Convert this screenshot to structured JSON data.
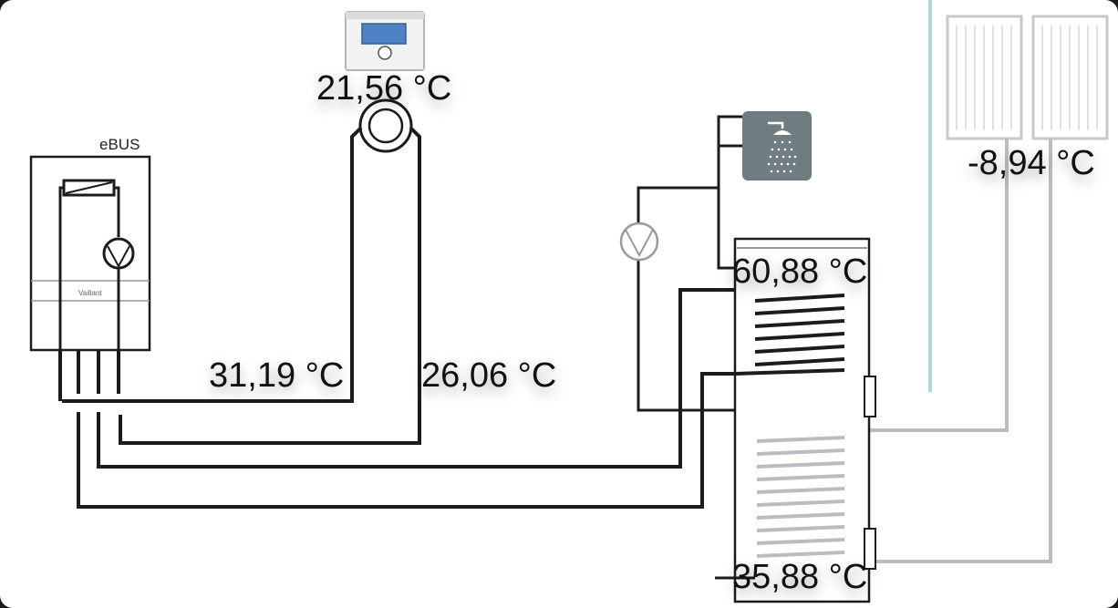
{
  "boiler": {
    "bus_label": "eBUS",
    "brand_mark": "Vaillant"
  },
  "readings": {
    "room_temp": "21,56 °C",
    "flow_temp": "31,19 °C",
    "return_temp": "26,06 °C",
    "tank_top_temp": "60,88 °C",
    "tank_bottom_temp": "35,88 °C",
    "collector_temp": "-8,94 °C"
  },
  "colors": {
    "pipe": "#1c1c1c",
    "solar_pipe": "#b9bcc0",
    "divider": "#a9dcd8",
    "shower_bg": "#6f7d80"
  },
  "icons": [
    "boiler-icon",
    "thermostat-icon",
    "pump-icon",
    "shower-icon",
    "solar-collector-icon",
    "storage-tank-icon"
  ]
}
